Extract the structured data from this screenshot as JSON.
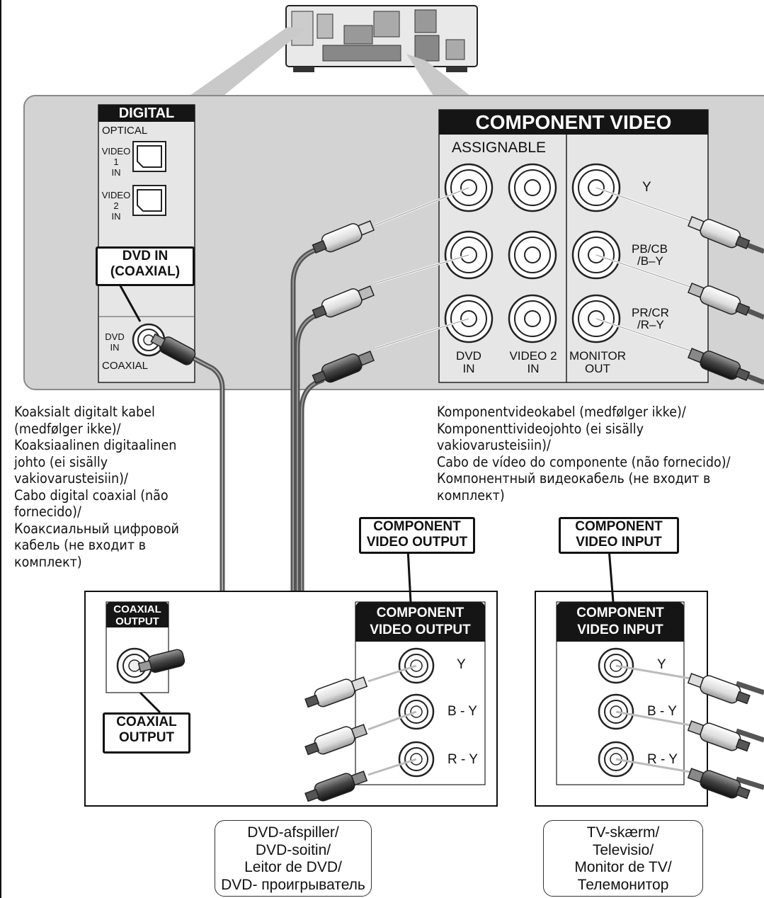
{
  "digital_panel": {
    "header": "DIGITAL",
    "optical_label": "OPTICAL",
    "video1_label_1": "VIDEO 1",
    "video1_label_2": "IN",
    "video2_label_1": "VIDEO 2",
    "video2_label_2": "IN",
    "dvd_in_callout_1": "DVD IN",
    "dvd_in_callout_2": "(COAXIAL)",
    "coax_jack_label_1": "DVD",
    "coax_jack_label_2": "IN",
    "coax_jack_label_3": "COAXIAL"
  },
  "component_panel": {
    "header": "COMPONENT VIDEO",
    "assignable": "ASSIGNABLE",
    "y_label": "Y",
    "pb_label_1": "PB/CB",
    "pb_label_2": "/B–Y",
    "pr_label_1": "PR/CR",
    "pr_label_2": "/R–Y",
    "col1_label_1": "DVD",
    "col1_label_2": "IN",
    "col2_label_1": "VIDEO 2",
    "col2_label_2": "IN",
    "col3_label_1": "MONITOR",
    "col3_label_2": "OUT"
  },
  "coax_cable_text": "Koaksialt digitalt kabel\n(medfølger ikke)/\nKoaksiaalinen digitaalinen\njohto (ei sisälly\nvakiovarusteisiin)/\nCabo digital coaxial (não\nfornecido)/\nКоаксиальный цифровой\nкабель (не входит в\nкомплект)",
  "component_cable_text": "Komponentvideokabel (medfølger ikke)/\nKomponenttivideojohto (ei sisälly\nvakiovarusteisiin)/\nCabo de vídeo do componente (não fornecido)/\nКомпонентный видеокабель (не входит в\nкомплект)",
  "dvd_player": {
    "callout_1": "COMPONENT",
    "callout_2": "VIDEO OUTPUT",
    "coax_header_1": "COAXIAL",
    "coax_header_2": "OUTPUT",
    "coax_callout_1": "COAXIAL",
    "coax_callout_2": "OUTPUT",
    "comp_header_1": "COMPONENT",
    "comp_header_2": "VIDEO OUTPUT",
    "y": "Y",
    "by": "B - Y",
    "ry": "R - Y",
    "caption": [
      "DVD-afspiller/",
      "DVD-soitin/",
      "Leitor de DVD/",
      "DVD- проигрыватель"
    ]
  },
  "tv": {
    "callout_1": "COMPONENT",
    "callout_2": "VIDEO INPUT",
    "header_1": "COMPONENT",
    "header_2": "VIDEO INPUT",
    "y": "Y",
    "by": "B - Y",
    "ry": "R - Y",
    "caption": [
      "TV-skærm/",
      "Televisio/",
      "Monitor de TV/",
      "Телемонитор"
    ]
  },
  "colors": {
    "panel_gray": "#d3d3d3",
    "header_black": "#151515",
    "cable_dark": "#555555",
    "plug_light": "#eeeeee"
  }
}
